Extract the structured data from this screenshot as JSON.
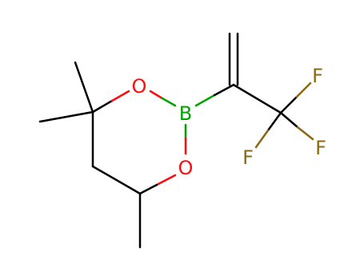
{
  "molecule": {
    "atoms": {
      "o_top": {
        "symbol": "O",
        "color": "#ff0d0d"
      },
      "o_bottom": {
        "symbol": "O",
        "color": "#ff0d0d"
      },
      "boron": {
        "symbol": "B",
        "color": "#00a300"
      },
      "f_top": {
        "symbol": "F",
        "color": "#8b6914"
      },
      "f_right": {
        "symbol": "F",
        "color": "#8b6914"
      },
      "f_left": {
        "symbol": "F",
        "color": "#8b6914"
      }
    },
    "bond_color": "#000000"
  }
}
